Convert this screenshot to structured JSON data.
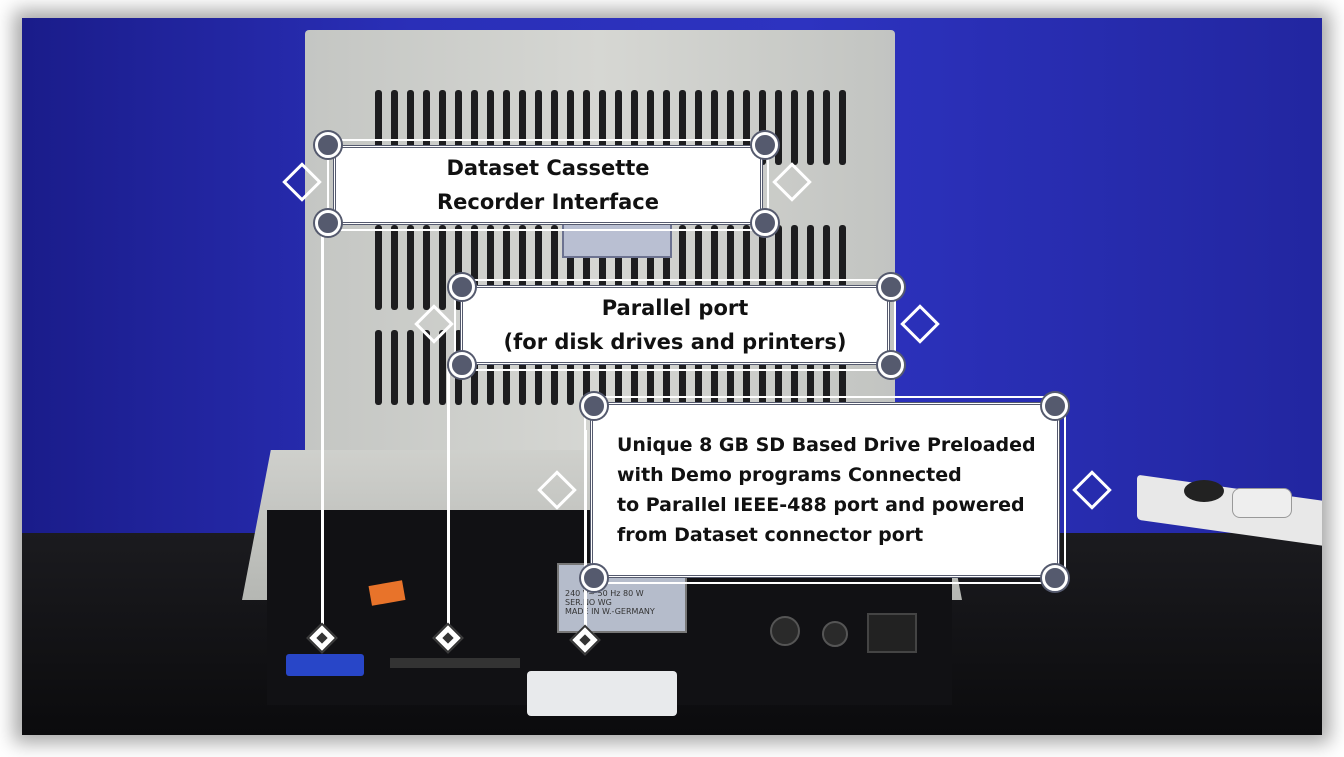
{
  "callouts": [
    {
      "lines": [
        "Dataset Cassette",
        "Recorder Interface"
      ]
    },
    {
      "lines": [
        "Parallel port",
        "(for disk drives and printers)"
      ]
    },
    {
      "lines": [
        "Unique 8 GB SD Based Drive Preloaded",
        "with Demo programs Connected",
        "to Parallel IEEE-488 port and powered",
        "from Dataset connector port"
      ]
    }
  ],
  "device_label": {
    "rating": "240 V~   50 Hz   80 W",
    "serial": "SER.NO WG",
    "origin": "MADE IN W.-GERMANY"
  },
  "colors": {
    "backdrop": "#2a2fb8",
    "table": "#111114",
    "callout_border": "#555a6e"
  }
}
